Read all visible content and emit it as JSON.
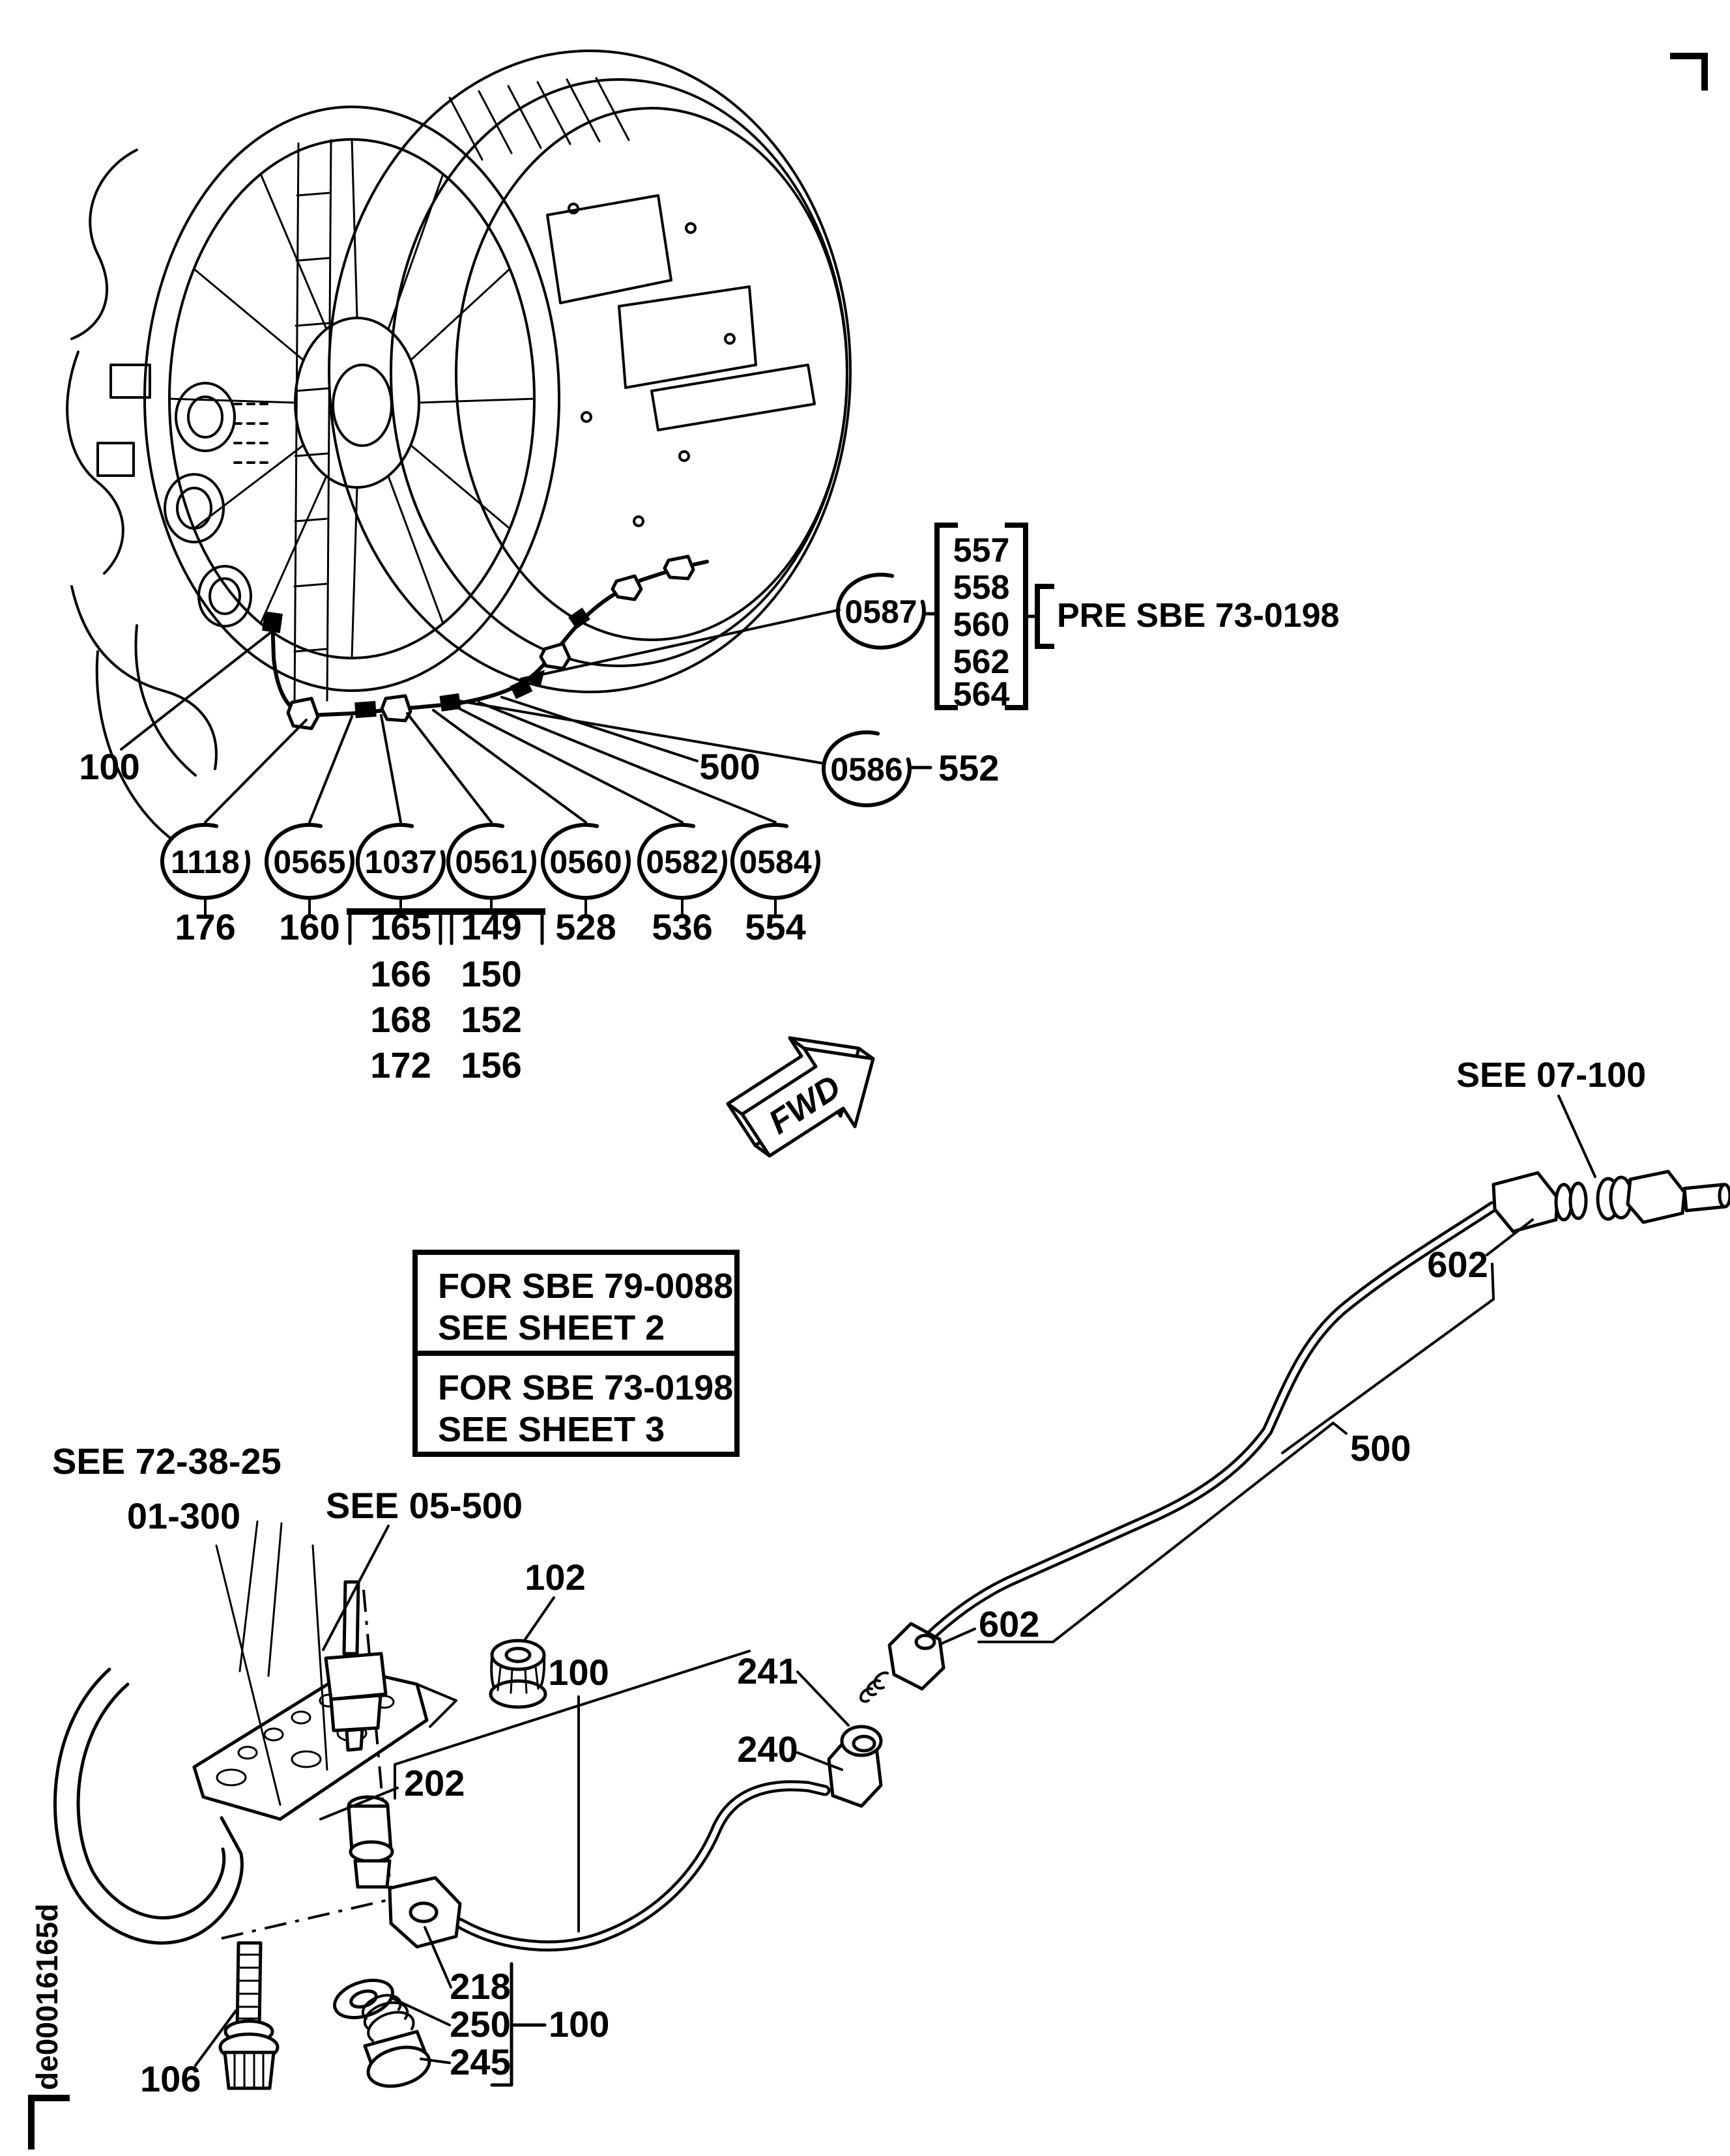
{
  "doc": {
    "code": "de00016165d"
  },
  "colors": {
    "ink": "#000000",
    "paper": "#ffffff"
  },
  "fwd_flag": {
    "label": "FWD"
  },
  "top_view": {
    "tube_label": "100",
    "harness_label": "500",
    "balloons": [
      {
        "id": "1118",
        "items": [
          "176"
        ]
      },
      {
        "id": "0565",
        "items": [
          "160"
        ]
      },
      {
        "id": "1037",
        "items": [
          "165",
          "166",
          "168",
          "172"
        ]
      },
      {
        "id": "0561",
        "items": [
          "149",
          "150",
          "152",
          "156"
        ]
      },
      {
        "id": "0560",
        "items": [
          "528"
        ]
      },
      {
        "id": "0582",
        "items": [
          "536"
        ]
      },
      {
        "id": "0584",
        "items": [
          "554"
        ]
      }
    ],
    "balloon_0587": {
      "id": "0587",
      "stack": [
        "557",
        "558",
        "560",
        "562",
        "564"
      ],
      "note": "PRE SBE 73-0198"
    },
    "balloon_0586": {
      "id": "0586",
      "item": "552"
    }
  },
  "notes": {
    "sheet2": {
      "line1": "FOR SBE 79-0088",
      "line2": "SEE SHEET 2"
    },
    "sheet3": {
      "line1": "FOR SBE 73-0198",
      "line2": "SEE SHEET 3"
    },
    "see_07_100": "SEE 07-100",
    "see_72_38_25": {
      "line1": "SEE 72-38-25",
      "line2": "01-300"
    },
    "see_05_500": "SEE 05-500"
  },
  "bottom_view": {
    "tube_label": "100",
    "tube_bracket_label": "100",
    "harness_label": "500",
    "parts": {
      "p102": "102",
      "p106": "106",
      "p202": "202",
      "p218": "218",
      "p240": "240",
      "p241": "241",
      "p245": "245",
      "p250": "250",
      "p602_upper": "602",
      "p602_lower": "602"
    }
  }
}
